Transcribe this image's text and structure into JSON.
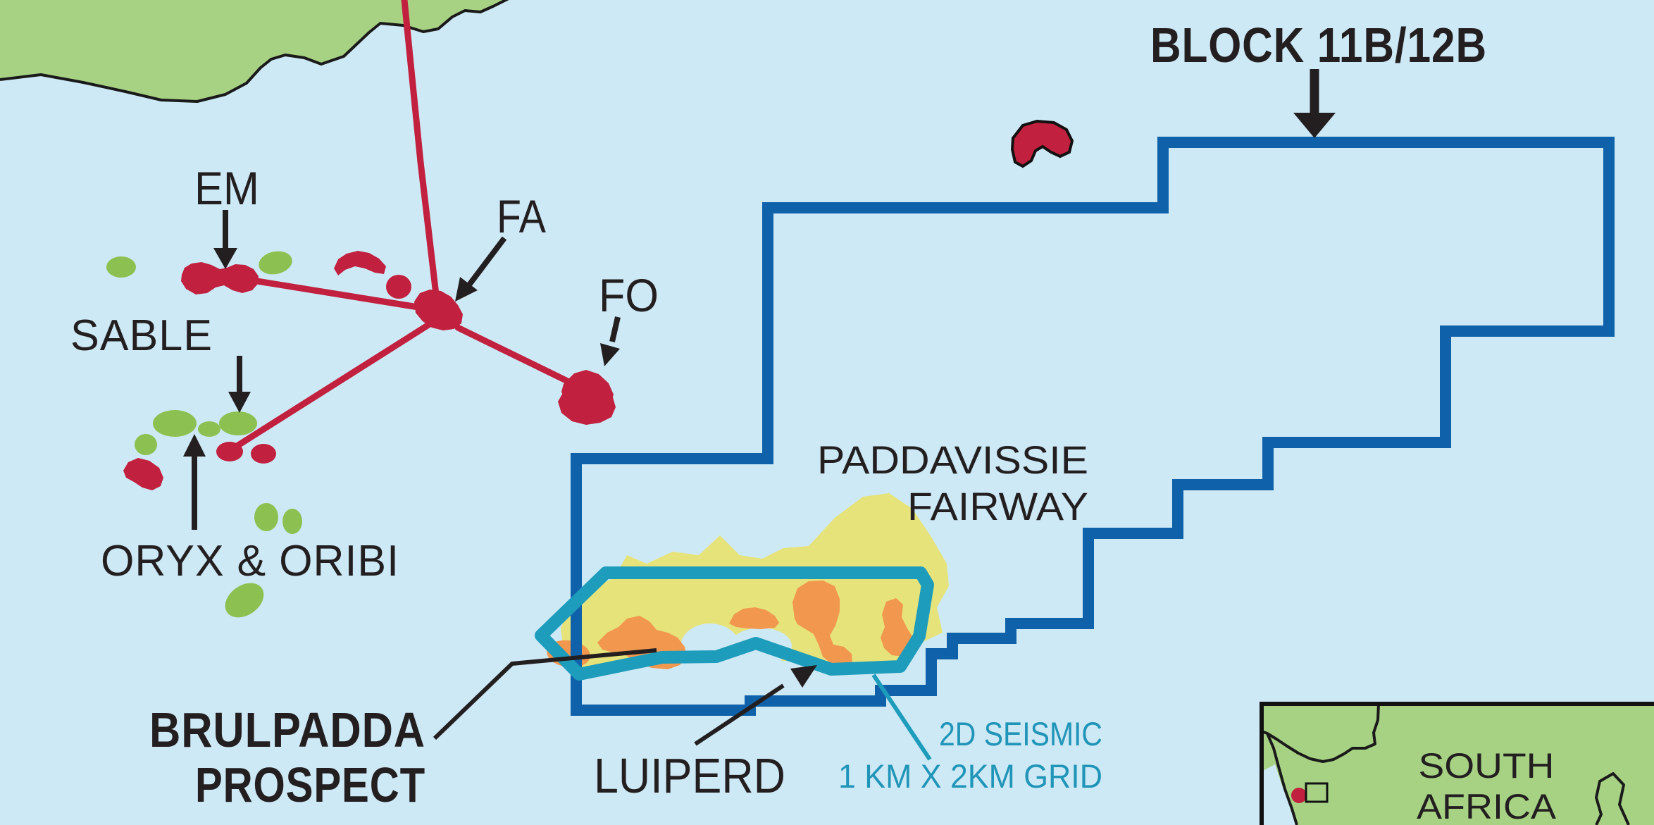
{
  "map": {
    "title_block": "BLOCK 11B/12B",
    "labels": {
      "em": "EM",
      "fa": "FA",
      "fo": "FO",
      "sable": "SABLE",
      "oryx_oribi": "ORYX & ORIBI",
      "paddavissie_line1": "PADDAVISSIE",
      "paddavissie_line2": "FAIRWAY",
      "brulpadda_line1": "BRULPADDA",
      "brulpadda_line2": "PROSPECT",
      "luiperd": "LUIPERD",
      "seismic_line1": "2D SEISMIC",
      "seismic_line2": "1 KM X 2KM GRID"
    },
    "inset": {
      "country_line1": "SOUTH",
      "country_line2": "AFRICA"
    },
    "colors": {
      "ocean": "#cee9f6",
      "land": "#a7d284",
      "block-outline": "#0f62a9",
      "seismic-outline": "#1e9cbc",
      "seismic-text": "#2095b8",
      "fairway": "#e6e37b",
      "prospect": "#f2974e",
      "field-oil": "#c1203e",
      "field-gas": "#8cc152",
      "text": "#231f20",
      "coast": "#1a1a1a"
    }
  }
}
